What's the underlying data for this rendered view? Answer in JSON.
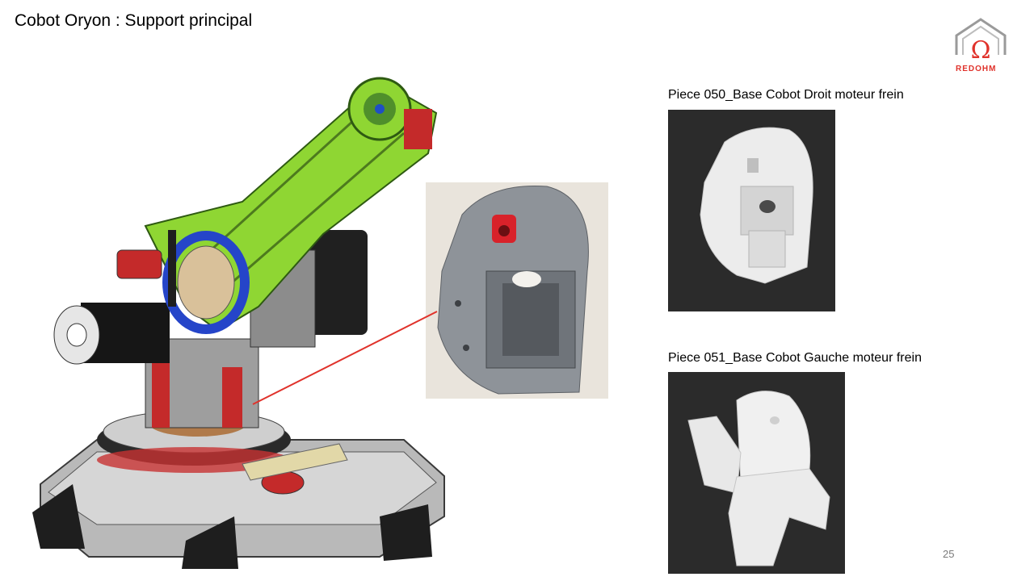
{
  "slide": {
    "title": "Cobot Oryon : Support principal",
    "page_number": "25"
  },
  "logo": {
    "text": "REDOHM",
    "color": "#e0322b"
  },
  "pieces": [
    {
      "caption": "Piece 050_Base Cobot Droit moteur frein"
    },
    {
      "caption": "Piece 051_Base Cobot Gauche moteur frein"
    }
  ],
  "colors": {
    "accent_red": "#e0322b",
    "arm_green": "#8fd633",
    "render_bg": "#2b2b2b"
  }
}
